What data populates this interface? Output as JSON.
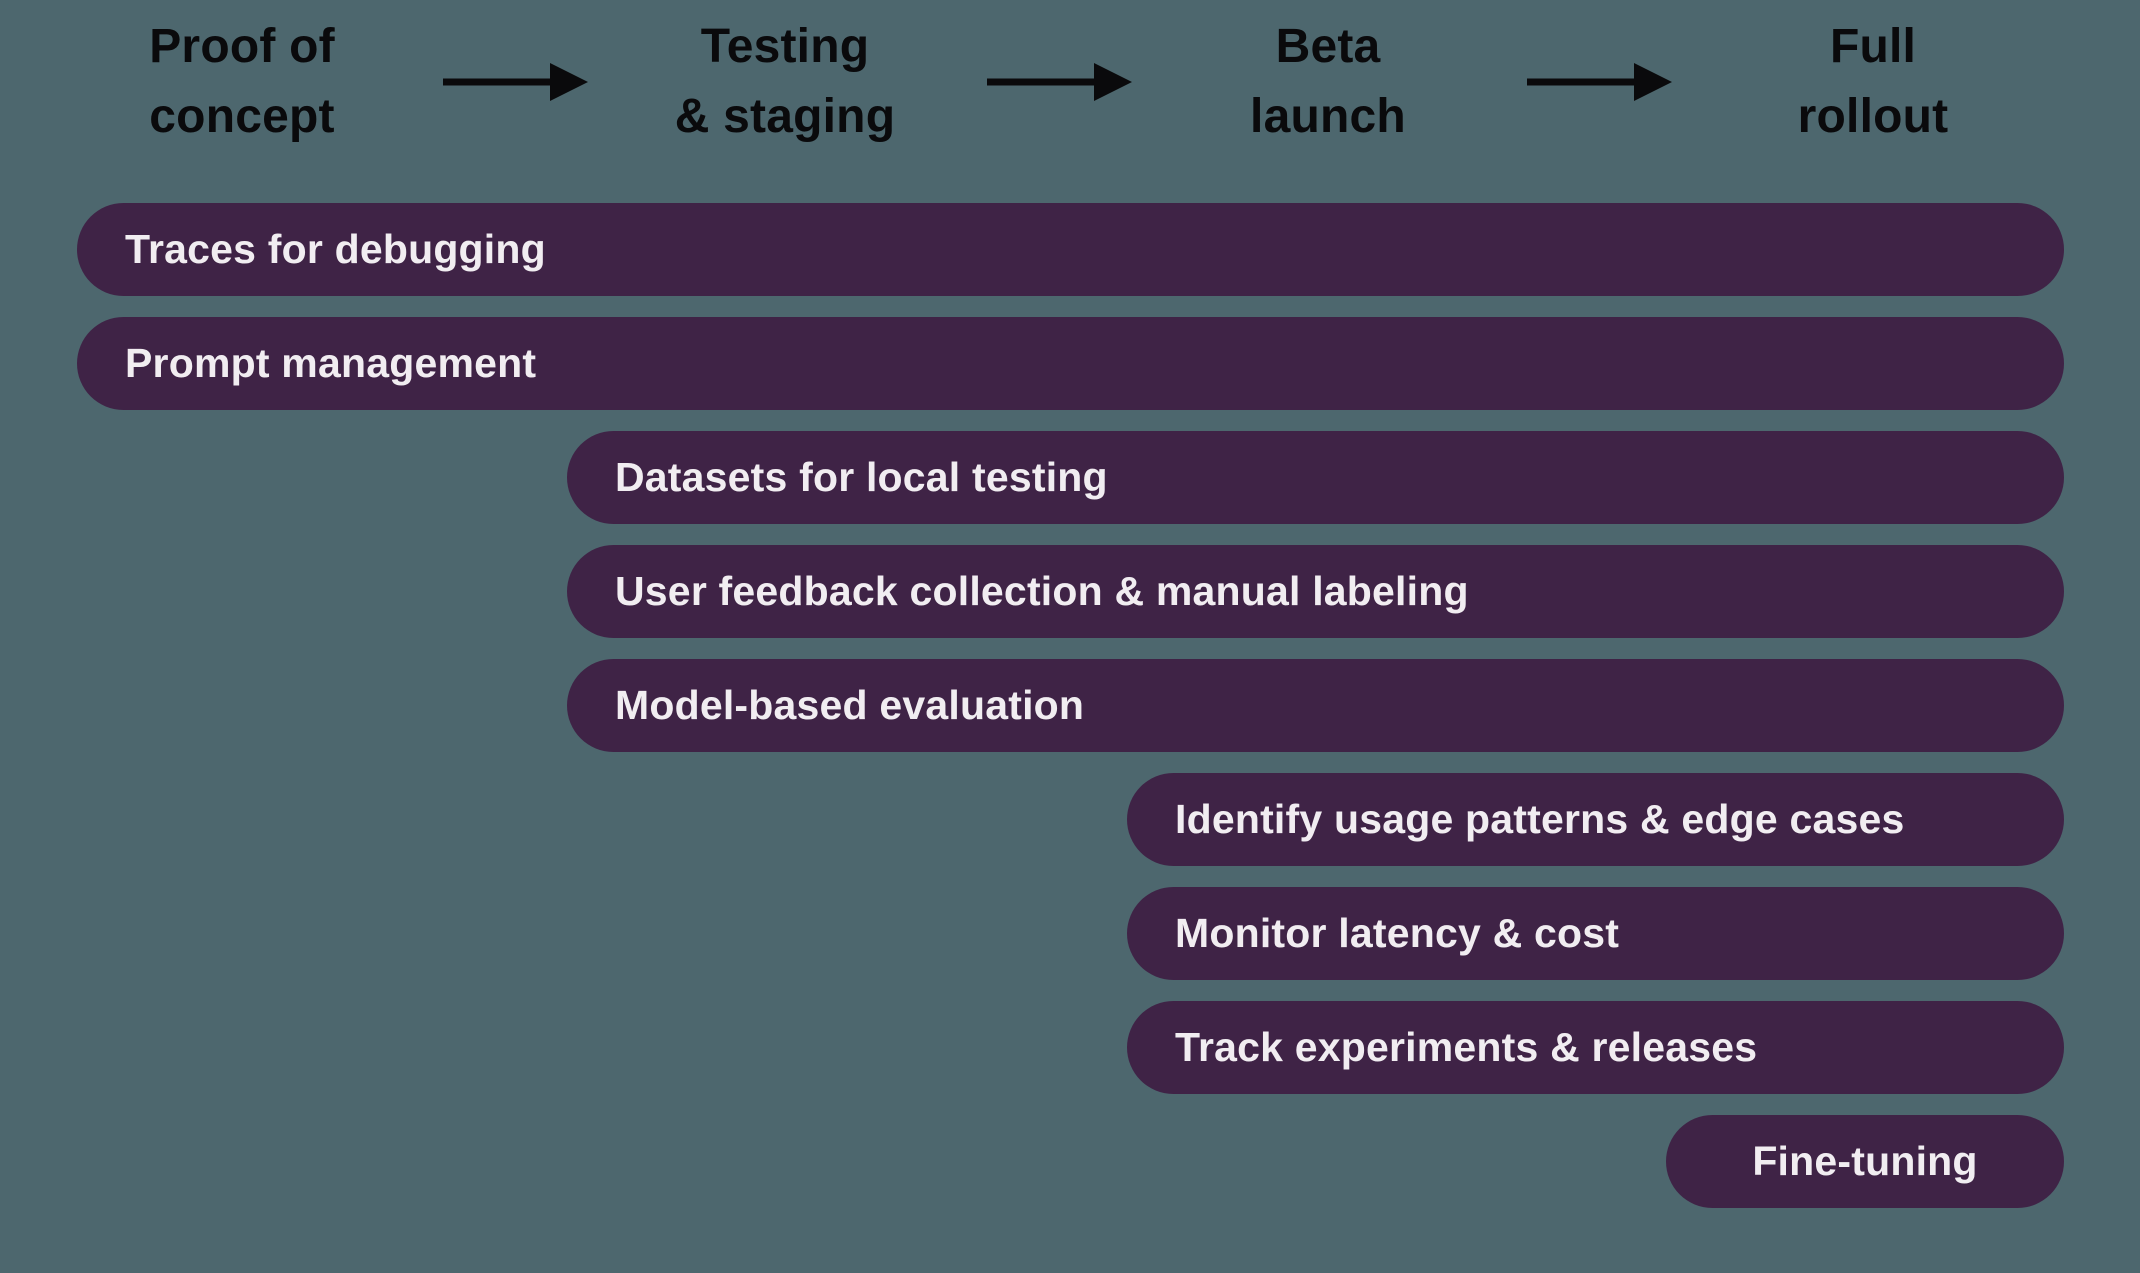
{
  "colors": {
    "background": "#4D676E",
    "bar": "#3F2346",
    "bar_text": "#F1EDF1",
    "heading_text": "#0A0A0C",
    "arrow": "#0A0A0C"
  },
  "phases": [
    {
      "label": "Proof of concept",
      "line1": "Proof of",
      "line2": "concept"
    },
    {
      "label": "Testing & staging",
      "line1": "Testing",
      "line2": "& staging"
    },
    {
      "label": "Beta launch",
      "line1": "Beta",
      "line2": "launch"
    },
    {
      "label": "Full rollout",
      "line1": "Full",
      "line2": "rollout"
    }
  ],
  "bars": [
    {
      "label": "Traces for debugging",
      "start_phase": "Proof of concept",
      "col": 1,
      "align": "left"
    },
    {
      "label": "Prompt management",
      "start_phase": "Proof of concept",
      "col": 1,
      "align": "left"
    },
    {
      "label": "Datasets for local testing",
      "start_phase": "Testing & staging",
      "col": 2,
      "align": "left"
    },
    {
      "label": "User feedback collection & manual labeling",
      "start_phase": "Testing & staging",
      "col": 2,
      "align": "left"
    },
    {
      "label": "Model-based evaluation",
      "start_phase": "Testing & staging",
      "col": 2,
      "align": "left"
    },
    {
      "label": "Identify usage patterns & edge cases",
      "start_phase": "Beta launch",
      "col": 3,
      "align": "left"
    },
    {
      "label": "Monitor latency & cost",
      "start_phase": "Beta launch",
      "col": 3,
      "align": "left"
    },
    {
      "label": "Track experiments & releases",
      "start_phase": "Beta launch",
      "col": 3,
      "align": "left"
    },
    {
      "label": "Fine-tuning",
      "start_phase": "Full rollout",
      "col": 4,
      "align": "center"
    }
  ]
}
